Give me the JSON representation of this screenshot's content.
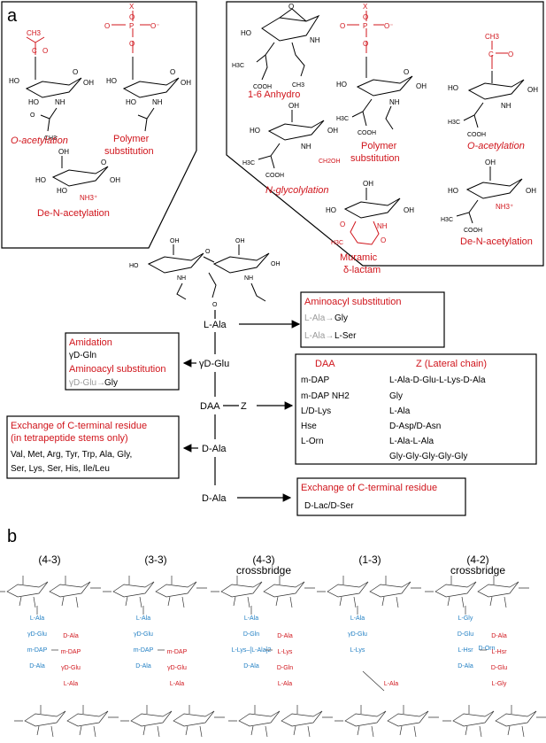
{
  "panel_a": {
    "label": "a",
    "left_box": {
      "mods": [
        "O-acetylation",
        "Polymer substitution",
        "De-N-acetylation"
      ]
    },
    "right_box": {
      "mods": [
        "1-6 Anhydro",
        "Polymer substitution",
        "O-acetylation",
        "N-glycolylation",
        "De-N-acetylation",
        "Muramic δ-lactam"
      ]
    },
    "chem": {
      "x": "X",
      "O": "O",
      "P": "P",
      "Ominus": "O⁻",
      "CH3": "CH3",
      "C": "C",
      "OH": "OH",
      "HO": "HO",
      "NH": "NH",
      "NH3": "NH3⁺",
      "COOH": "COOH",
      "H3C": "H3C",
      "CH2OH": "CH2OH"
    },
    "stem": {
      "l_ala": "L-Ala",
      "gd_glu": "γD-Glu",
      "daa": "DAA",
      "z": "Z",
      "d_ala1": "D-Ala",
      "d_ala2": "D-Ala"
    },
    "aminoacyl_top": {
      "title": "Aminoacyl substitution",
      "row1_gray": "L-Ala→",
      "row1_black": "Gly",
      "row2_gray": "L-Ala→",
      "row2_black": "L-Ser"
    },
    "amidation": {
      "title1": "Amidation",
      "row1": "γD-Gln",
      "title2": "Aminoacyl substitution",
      "row2_gray": "γD-Glu→",
      "row2_black": "Gly"
    },
    "daa_box": {
      "col1_title": "DAA",
      "col2_title": "Z (Lateral chain)",
      "col1": [
        "m-DAP",
        "m-DAP NH2",
        "L/D-Lys",
        "Hse",
        "L-Orn"
      ],
      "col2": [
        "L-Ala-D-Glu-L-Lys-D-Ala",
        "Gly",
        "L-Ala",
        "D-Asp/D-Asn",
        "L-Ala-L-Ala",
        "Gly-Gly-Gly-Gly-Gly"
      ]
    },
    "exchange_left": {
      "title1": "Exchange of C-terminal residue",
      "title2": "(in tetrapeptide stems only)",
      "row1": "Val, Met, Arg, Tyr, Trp, Ala, Gly,",
      "row2": "Ser, Lys, Ser, His, Ile/Leu"
    },
    "exchange_right": {
      "title": "Exchange of C-terminal residue",
      "row": "D-Lac/D-Ser"
    }
  },
  "panel_b": {
    "label": "b",
    "columns": [
      {
        "header": "(4-3)",
        "top": [
          "L-Ala",
          "γD-Glu",
          "m-DAP",
          "D-Ala"
        ],
        "bottom": [
          "D-Ala",
          "m-DAP",
          "γD-Glu",
          "L-Ala"
        ]
      },
      {
        "header": "(3-3)",
        "top": [
          "L-Ala",
          "γD-Glu",
          "m-DAP",
          "D-Ala"
        ],
        "bottom": [
          "m-DAP",
          "γD-Glu",
          "L-Ala"
        ]
      },
      {
        "header": "(4-3)",
        "header2": "crossbridge",
        "top": [
          "L-Ala",
          "D-Gln",
          "L-Lys–[L-Ala]2",
          "D-Ala"
        ],
        "bottom": [
          "D-Ala",
          "L-Lys",
          "D-Gln",
          "L-Ala"
        ]
      },
      {
        "header": "(1-3)",
        "top": [
          "L-Ala",
          "γD-Glu",
          "L-Lys"
        ],
        "bottom": [
          "L-Ala"
        ]
      },
      {
        "header": "(4-2)",
        "header2": "crossbridge",
        "top": [
          "L-Gly",
          "D-Glu",
          "L-Hsr",
          "D-Ala"
        ],
        "side": "D-Orn",
        "bottom": [
          "D-Ala",
          "L-Hsr",
          "D-Glu",
          "L-Gly"
        ]
      }
    ]
  }
}
